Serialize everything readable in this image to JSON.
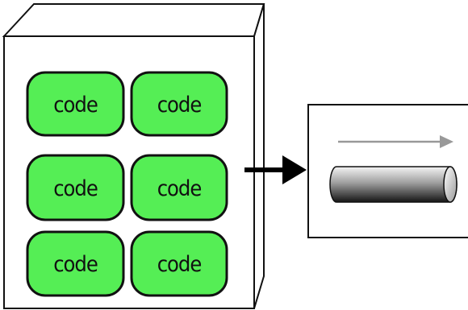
{
  "diagram": {
    "box_blocks": [
      {
        "label": "code"
      },
      {
        "label": "code"
      },
      {
        "label": "code"
      },
      {
        "label": "code"
      },
      {
        "label": "code"
      },
      {
        "label": "code"
      }
    ]
  },
  "colors": {
    "block_fill": "#55ee55",
    "outline": "#111111",
    "flow_arrow": "#999999",
    "pipe_light": "#f4f4f4",
    "pipe_dark": "#1a1a1a"
  }
}
